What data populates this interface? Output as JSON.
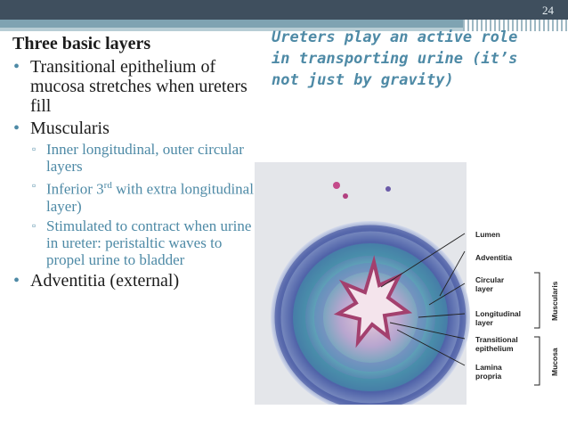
{
  "slide": {
    "page_number": "24"
  },
  "left": {
    "heading": "Three basic layers",
    "bullets": [
      {
        "text": "Transitional epithelium of mucosa stretches when ureters fill"
      },
      {
        "text": "Muscularis"
      },
      {
        "text": "Adventitia (external)"
      }
    ],
    "sub_bullets": [
      {
        "text": "Inner longitudinal, outer circular layers"
      },
      {
        "pre": "Inferior 3",
        "sup": "rd",
        "post": " with extra longitudinal layer)"
      },
      {
        "text": "Stimulated to contract when urine in ureter: peristaltic waves to propel urine to bladder"
      }
    ]
  },
  "right_text": "Ureters play an active role in transporting urine (it’s not just by gravity)",
  "figure": {
    "labels": {
      "lumen": "Lumen",
      "adventitia": "Adventitia",
      "circular_1": "Circular",
      "circular_2": "layer",
      "longitudinal_1": "Longitudinal",
      "longitudinal_2": "layer",
      "transitional_1": "Transitional",
      "transitional_2": "epithelium",
      "lamina_1": "Lamina",
      "lamina_2": "propria",
      "muscularis": "Muscularis",
      "mucosa": "Mucosa"
    }
  }
}
